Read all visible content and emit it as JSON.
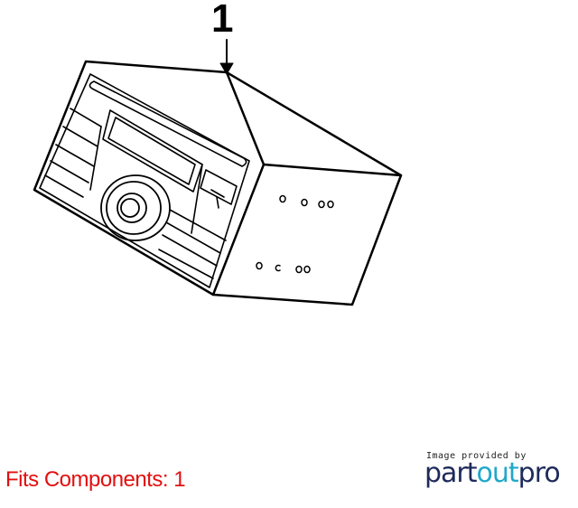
{
  "callout": {
    "number": "1"
  },
  "footer": {
    "fits_text": "Fits Components: 1",
    "fits_color": "#e01010"
  },
  "logo": {
    "caption": "Image provided by",
    "part1": "part",
    "part2": "out",
    "part3": "pro",
    "navy": "#1e2a5a",
    "teal": "#1fa9c8"
  }
}
